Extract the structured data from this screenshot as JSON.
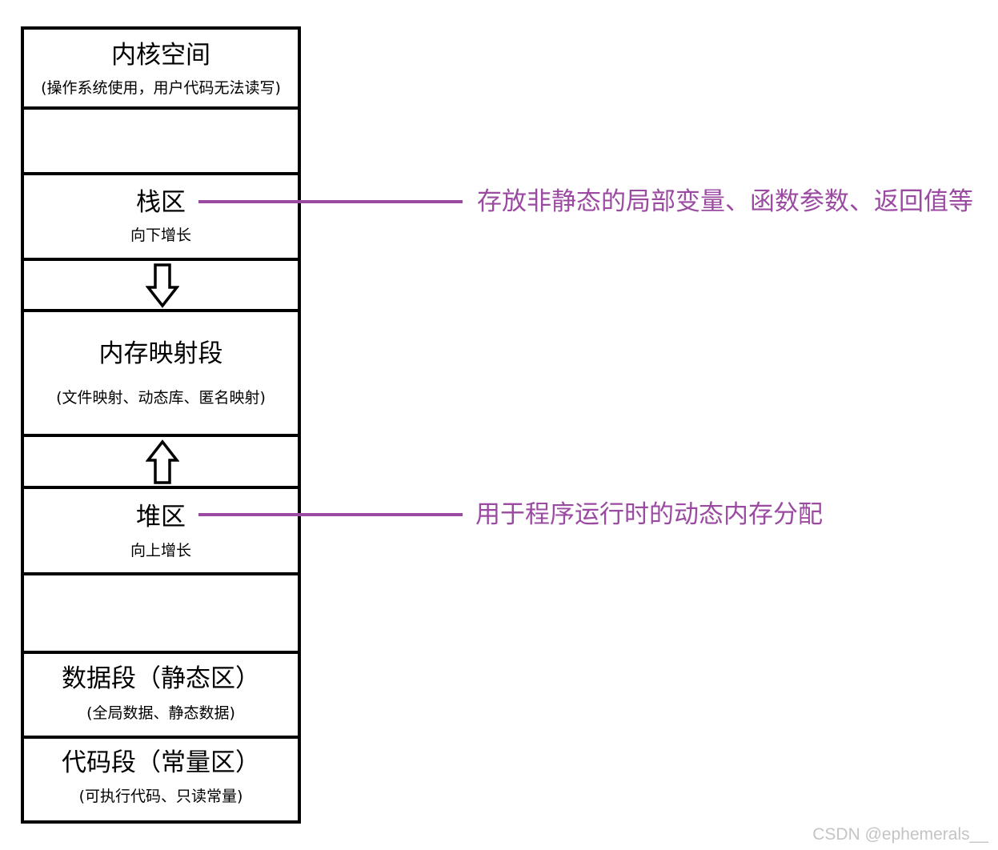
{
  "segments": {
    "kernel": {
      "title": "内核空间",
      "note": "(操作系统使用，用户代码无法读写)"
    },
    "stack": {
      "title": "栈区",
      "note": "向下增长"
    },
    "mmap": {
      "title": "内存映射段",
      "note": "(文件映射、动态库、匿名映射)"
    },
    "heap": {
      "title": "堆区",
      "note": "向上增长"
    },
    "data": {
      "title": "数据段（静态区）",
      "note": "(全局数据、静态数据)"
    },
    "code": {
      "title": "代码段（常量区）",
      "note": "(可执行代码、只读常量)"
    }
  },
  "annotations": {
    "stack": "存放非静态的局部变量、函数参数、返回值等",
    "heap": "用于程序运行时的动态内存分配"
  },
  "arrows": {
    "stack_growth": "arrow-down-icon",
    "heap_growth": "arrow-up-icon"
  },
  "colors": {
    "border": "#000000",
    "annotation": "#9b4aa2",
    "watermark": "#c4c4c4"
  },
  "watermark": "CSDN @ephemerals__"
}
